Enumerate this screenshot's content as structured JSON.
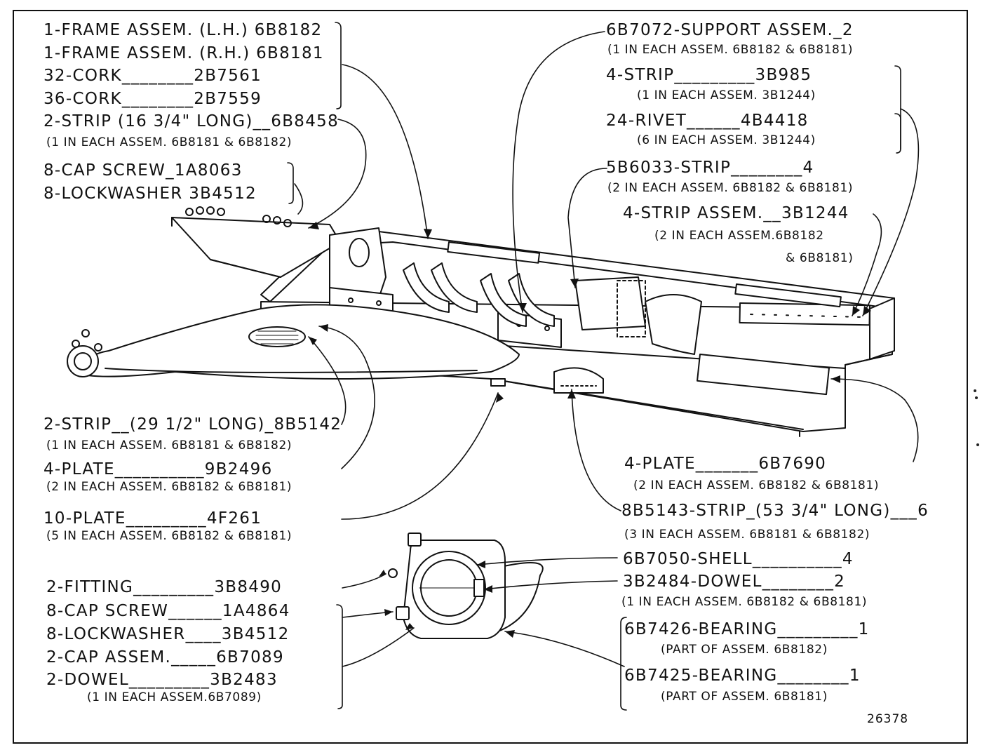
{
  "figure_number": "26378",
  "callouts_upper_left": [
    {
      "id": "frame-lh",
      "text": "1-FRAME ASSEM. (L.H.) 6B8182"
    },
    {
      "id": "frame-rh",
      "text": "1-FRAME ASSEM. (R.H.) 6B8181"
    },
    {
      "id": "cork-32",
      "text": "32-CORK________2B7561"
    },
    {
      "id": "cork-36",
      "text": "36-CORK________2B7559"
    },
    {
      "id": "strip-1634",
      "text": "2-STRIP (16 3/4\" LONG)__6B8458"
    },
    {
      "id": "strip-1634-note",
      "text": "(1 IN EACH ASSEM. 6B8181 & 6B8182)"
    },
    {
      "id": "cap-screw-a",
      "text": "8-CAP SCREW_1A8063"
    },
    {
      "id": "lockwasher-a",
      "text": "8-LOCKWASHER 3B4512"
    }
  ],
  "callouts_upper_right": [
    {
      "id": "support",
      "text": "6B7072-SUPPORT ASSEM._2"
    },
    {
      "id": "support-note",
      "text": "(1 IN EACH ASSEM. 6B8182 & 6B8181)"
    },
    {
      "id": "strip-4",
      "text": "4-STRIP_________3B985"
    },
    {
      "id": "strip-4-note",
      "text": "(1 IN EACH ASSEM. 3B1244)"
    },
    {
      "id": "rivet",
      "text": "24-RIVET______4B4418"
    },
    {
      "id": "rivet-note",
      "text": "(6 IN EACH ASSEM. 3B1244)"
    },
    {
      "id": "strip-5b",
      "text": "5B6033-STRIP________4"
    },
    {
      "id": "strip-5b-note",
      "text": "(2 IN EACH ASSEM. 6B8182 & 6B8181)"
    },
    {
      "id": "strip-assem",
      "text": "4-STRIP ASSEM.__3B1244"
    },
    {
      "id": "strip-assem-note1",
      "text": "(2 IN EACH ASSEM.6B8182"
    },
    {
      "id": "strip-assem-note2",
      "text": "& 6B8181)"
    }
  ],
  "callouts_middle_left": [
    {
      "id": "strip-2912",
      "text": "2-STRIP__(29 1/2\" LONG)_8B5142"
    },
    {
      "id": "strip-2912-note",
      "text": "(1 IN EACH ASSEM. 6B8181 & 6B8182)"
    },
    {
      "id": "plate-9b",
      "text": "4-PLATE__________9B2496"
    },
    {
      "id": "plate-9b-note",
      "text": "(2 IN EACH ASSEM. 6B8182 & 6B8181)"
    },
    {
      "id": "plate-4f",
      "text": "10-PLATE_________4F261"
    },
    {
      "id": "plate-4f-note",
      "text": "(5 IN EACH ASSEM. 6B8182 & 6B8181)"
    }
  ],
  "callouts_middle_right": [
    {
      "id": "plate-6b",
      "text": "4-PLATE_______6B7690"
    },
    {
      "id": "plate-6b-note",
      "text": "(2 IN EACH ASSEM. 6B8182 & 6B8181)"
    },
    {
      "id": "strip-5334",
      "text": "8B5143-STRIP_(53 3/4\" LONG)___6"
    },
    {
      "id": "strip-5334-note",
      "text": "(3 IN EACH ASSEM. 6B8181 & 6B8182)"
    }
  ],
  "callouts_lower_left": [
    {
      "id": "fitting",
      "text": "2-FITTING_________3B8490"
    },
    {
      "id": "cap-screw-b",
      "text": "8-CAP SCREW______1A4864"
    },
    {
      "id": "lockwasher-b",
      "text": "8-LOCKWASHER____3B4512"
    },
    {
      "id": "cap-assem",
      "text": "2-CAP ASSEM._____6B7089"
    },
    {
      "id": "dowel-2",
      "text": "2-DOWEL_________3B2483"
    },
    {
      "id": "dowel-2-note",
      "text": "(1 IN EACH ASSEM.6B7089)"
    }
  ],
  "callouts_lower_right": [
    {
      "id": "shell",
      "text": "6B7050-SHELL__________4"
    },
    {
      "id": "dowel-3b",
      "text": "3B2484-DOWEL________2"
    },
    {
      "id": "dowel-3b-note",
      "text": "(1 IN EACH ASSEM. 6B8182 & 6B8181)"
    },
    {
      "id": "bearing-26",
      "text": "6B7426-BEARING_________1"
    },
    {
      "id": "bearing-26-note",
      "text": "(PART OF ASSEM. 6B8182)"
    },
    {
      "id": "bearing-25",
      "text": "6B7425-BEARING________1"
    },
    {
      "id": "bearing-25-note",
      "text": "(PART OF ASSEM. 6B8181)"
    }
  ]
}
